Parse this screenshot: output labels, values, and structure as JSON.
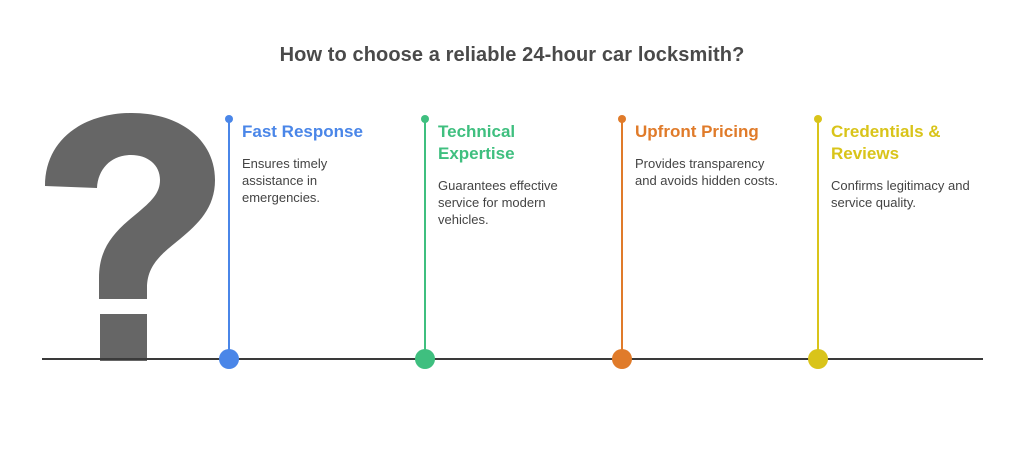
{
  "title": "How to choose a reliable 24-hour car locksmith?",
  "icon": "question-mark-icon",
  "colors": {
    "title": "#4a4a4a",
    "question_mark": "#666666",
    "baseline": "#3a3a3a",
    "step1": "#4a86e8",
    "step2": "#3fbf7f",
    "step3": "#e07b2a",
    "step4": "#d9c41a"
  },
  "steps": [
    {
      "title": "Fast Response",
      "description": "Ensures timely assistance in emergencies."
    },
    {
      "title": "Technical Expertise",
      "description": "Guarantees effective service for modern vehicles."
    },
    {
      "title": "Upfront Pricing",
      "description": "Provides transparency and avoids hidden costs."
    },
    {
      "title": "Credentials & Reviews",
      "description": "Confirms legitimacy and service quality."
    }
  ]
}
